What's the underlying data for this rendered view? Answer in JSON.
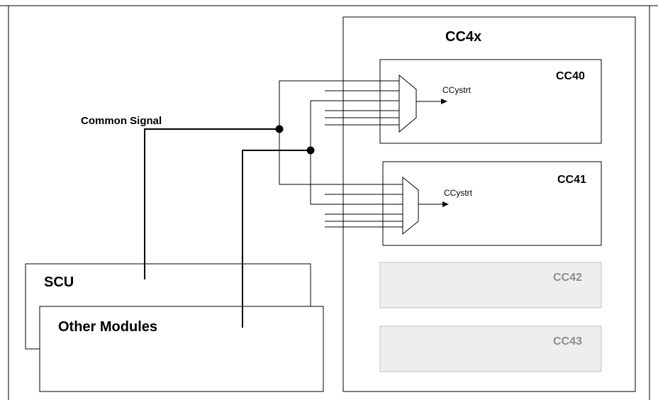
{
  "diagram": {
    "cc4x": {
      "title": "CC4x"
    },
    "slices": [
      {
        "label": "CC40",
        "mux_output": "CCystrt",
        "active": true
      },
      {
        "label": "CC41",
        "mux_output": "CCystrt",
        "active": true
      },
      {
        "label": "CC42",
        "active": false
      },
      {
        "label": "CC43",
        "active": false
      }
    ],
    "common_signal": "Common Signal",
    "scu": "SCU",
    "other_modules": "Other Modules",
    "colors": {
      "line": "#000000",
      "inactive_fill": "#eeeeee",
      "inactive_stroke": "#c0c0c0",
      "inactive_text": "#8c8c8c"
    }
  }
}
